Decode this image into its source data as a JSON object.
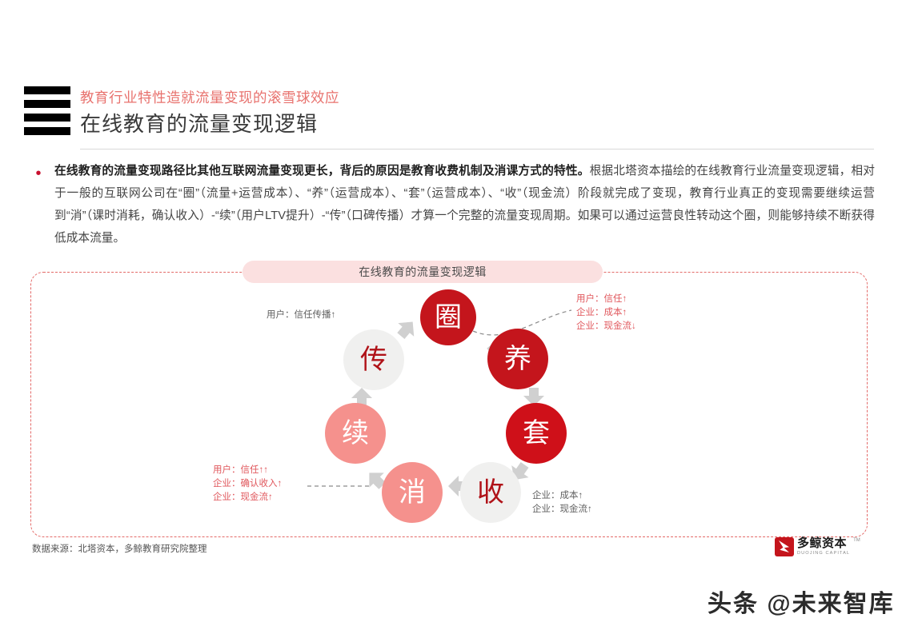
{
  "header": {
    "kicker": "教育行业特性造就流量变现的滚雪球效应",
    "title": "在线教育的流量变现逻辑"
  },
  "body": {
    "lead": "在线教育的流量变现路径比其他互联网流量变现更长，背后的原因是教育收费机制及消课方式的特性。",
    "rest": "根据北塔资本描绘的在线教育行业流量变现逻辑，相对于一般的互联网公司在“圈”（流量+运营成本）、“养”（运营成本）、“套”（运营成本）、“收”（现金流）阶段就完成了变现，教育行业真正的变现需要继续运营到“消”（课时消耗，确认收入）-“续”（用户LTV提升）-“传”（口碑传播）才算一个完整的流量变现周期。如果可以通过运营良性转动这个圈，则能够持续不断获得低成本流量。"
  },
  "diagram": {
    "title": "在线教育的流量变现逻辑",
    "border_color": "#e36a68",
    "title_bg": "#fbe0e0",
    "nodes": [
      {
        "id": "quan",
        "label": "圈",
        "fill": "#c4151c",
        "text_color": "#ffffff"
      },
      {
        "id": "yang",
        "label": "养",
        "fill": "#c4151c",
        "text_color": "#ffffff"
      },
      {
        "id": "tao",
        "label": "套",
        "fill": "#cf1019",
        "text_color": "#ffffff"
      },
      {
        "id": "shou",
        "label": "收",
        "fill": "#f0f0ef",
        "text_color": "#b01218"
      },
      {
        "id": "xiao",
        "label": "消",
        "fill": "#f5918d",
        "text_color": "#ffffff"
      },
      {
        "id": "xu",
        "label": "续",
        "fill": "#f5918d",
        "text_color": "#ffffff"
      },
      {
        "id": "chuan",
        "label": "传",
        "fill": "#f0f0ef",
        "text_color": "#b01218"
      }
    ],
    "annotations": {
      "top_left": "用户：信任传播↑",
      "top_right_line1": "用户：信任↑",
      "top_right_line2": "企业：成本↑",
      "top_right_line3": "企业：现金流↓",
      "bottom_left_line1": "用户：信任↑↑",
      "bottom_left_line2": "企业：确认收入↑",
      "bottom_left_line3": "企业：现金流↑",
      "bottom_right_line1": "企业：成本↑",
      "bottom_right_line2": "企业：现金流↑"
    }
  },
  "footer": {
    "source": "数据来源：北塔资本，多鲸教育研究院整理",
    "logo_cn": "多鲸资本",
    "logo_en": "DUOJING CAPITAL",
    "logo_tm": "TM"
  },
  "watermark": "头条 @未来智库"
}
